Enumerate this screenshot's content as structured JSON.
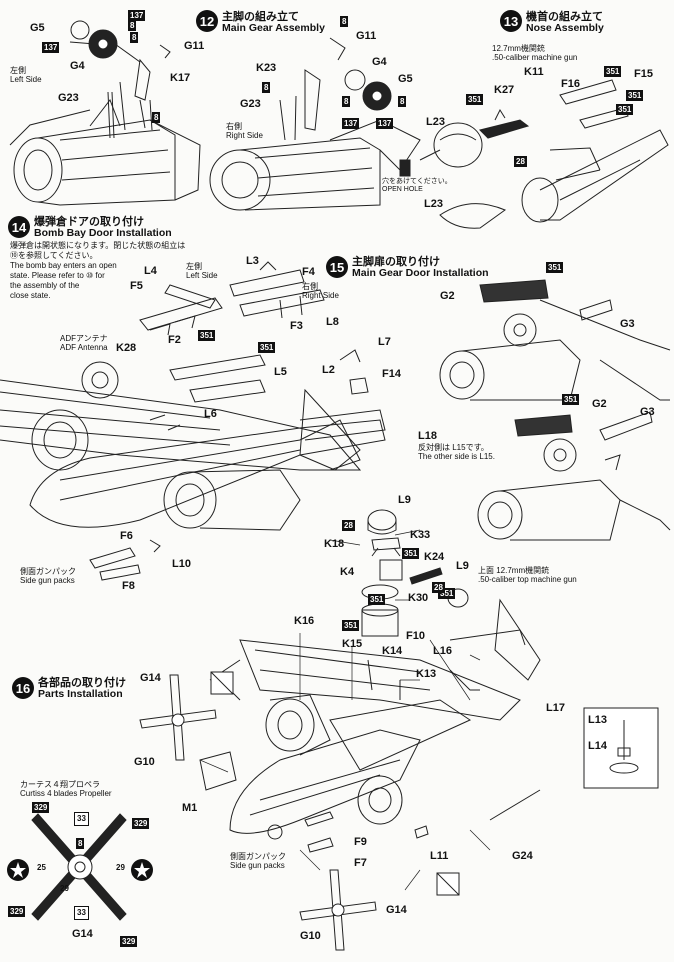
{
  "steps": {
    "s12": {
      "num": "12",
      "jp": "主脚の組み立て",
      "en": "Main Gear Assembly"
    },
    "s13": {
      "num": "13",
      "jp": "機首の組み立て",
      "en": "Nose Assembly"
    },
    "s14": {
      "num": "14",
      "jp": "爆弾倉ドアの取り付け",
      "en": "Bomb Bay Door Installation"
    },
    "s15": {
      "num": "15",
      "jp": "主脚扉の取り付け",
      "en": "Main Gear Door Installation"
    },
    "s16": {
      "num": "16",
      "jp": "各部品の取り付け",
      "en": "Parts Installation"
    }
  },
  "notes": {
    "left_side_jp": "左側",
    "left_side_en": "Left Side",
    "right_side_jp": "右側",
    "right_side_en": "Right Side",
    "mg_jp": "12.7mm機関銃",
    "mg_en": ".50-caliber machine gun",
    "open_hole_jp": "穴をあけてください。",
    "open_hole_en": "OPEN HOLE",
    "bomb_jp_1": "爆弾倉は開状態になります。閉じた状態の組立は",
    "bomb_jp_2": "⑩を参照してください。",
    "bomb_en_1": "The bomb bay enters an open",
    "bomb_en_2": "state. Please refer to ⑩ for",
    "bomb_en_3": "the assembly of the",
    "bomb_en_4": "close state.",
    "adf_jp": "ADFアンテナ",
    "adf_en": "ADF Antenna",
    "l18_jp": "反対側は L15です。",
    "l18_en": "The other side is L15.",
    "top_mg_jp": "上面 12.7mm機関銃",
    "top_mg_en": ".50-caliber top machine  gun",
    "gunpack_jp": "側面ガンパック",
    "gunpack_en": "Side gun packs",
    "prop_jp": "カーテス４翔プロペラ",
    "prop_en": "Curtiss 4 blades Propeller"
  },
  "parts": {
    "G5a": "G5",
    "G4a": "G4",
    "G11a": "G11",
    "K17": "K17",
    "G23a": "G23",
    "K23": "K23",
    "G11b": "G11",
    "G4b": "G4",
    "G5b": "G5",
    "G23b": "G23",
    "K11": "K11",
    "K27": "K27",
    "F16": "F16",
    "F15": "F15",
    "L23a": "L23",
    "L23b": "L23",
    "L3": "L3",
    "F4": "F4",
    "L4": "L4",
    "F5": "F5",
    "F2": "F2",
    "F3": "F3",
    "G2a": "G2",
    "G3a": "G3",
    "G2b": "G2",
    "G3b": "G3",
    "K28": "K28",
    "L8": "L8",
    "L7": "L7",
    "L5": "L5",
    "L2": "L2",
    "F14": "F14",
    "L6": "L6",
    "L18": "L18",
    "L9a": "L9",
    "K33": "K33",
    "K18": "K18",
    "K24": "K24",
    "K4": "K4",
    "K30": "K30",
    "L9b": "L9",
    "F6": "F6",
    "L10": "L10",
    "F8": "F8",
    "K16": "K16",
    "K15": "K15",
    "F10": "F10",
    "K14": "K14",
    "L16": "L16",
    "K13": "K13",
    "L17": "L17",
    "L13": "L13",
    "L14": "L14",
    "G14a": "G14",
    "G10a": "G10",
    "M1": "M1",
    "F9": "F9",
    "F7": "F7",
    "L11": "L11",
    "G24": "G24",
    "G14b": "G14",
    "G10b": "G10",
    "G14c": "G14"
  },
  "badges": {
    "b137a": "137",
    "b137b": "137",
    "b137c": "137",
    "b137d": "137",
    "b8a": "8",
    "b8b": "8",
    "b8c": "8",
    "b8d": "8",
    "b8e": "8",
    "b8f": "8",
    "b8g": "8",
    "b351a": "351",
    "b351b": "351",
    "b351c": "351",
    "b351d": "351",
    "b351e": "351",
    "b351f": "351",
    "b351g": "351",
    "b351h": "351",
    "b351i": "351",
    "b351j": "351",
    "b351k": "351",
    "b351l": "351",
    "b28a": "28",
    "b28b": "28",
    "b28c": "28",
    "b329a": "329",
    "b329b": "329",
    "b329c": "329",
    "b329d": "329",
    "d33a": "33",
    "d33b": "33",
    "d8": "8",
    "d29a": "29",
    "d29b": "29",
    "d25": "25"
  }
}
